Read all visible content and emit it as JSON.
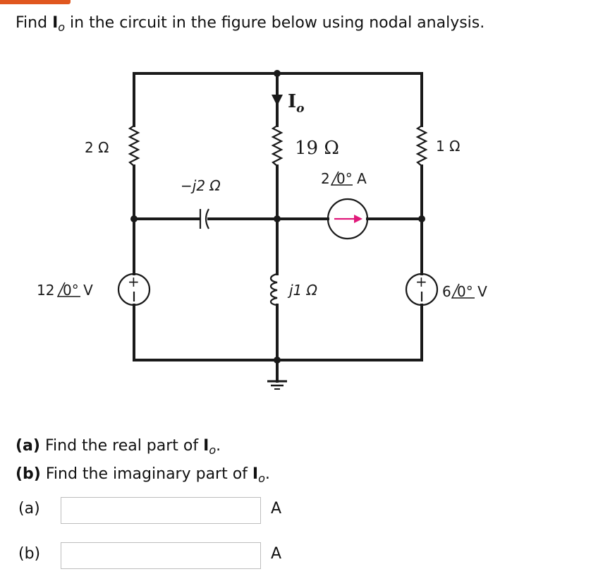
{
  "prompt": {
    "pre": "Find ",
    "var_main": "I",
    "var_sub": "o",
    "post": " in the circuit in the figure below using nodal analysis."
  },
  "circuit": {
    "left_resistor": "2 Ω",
    "capacitor": "−j2 Ω",
    "center_resistor": "19 Ω",
    "current_label_main": "I",
    "current_label_sub": "o",
    "right_resistor": "1 Ω",
    "current_source": "2/0° A",
    "current_source_mag": "2",
    "current_source_angle": "0° A",
    "inductor": "j1 Ω",
    "left_source_mag": "12",
    "left_source_angle": "0° V",
    "right_source_mag": "6",
    "right_source_angle": "0° V",
    "plus_sign": "+",
    "minus_sign": "−",
    "colors": {
      "wire": "#1a1a1a",
      "source_arrow": "#e0197a"
    }
  },
  "questions": {
    "a_tag": "(a)",
    "a_text": " Find the real part of ",
    "b_tag": "(b)",
    "b_text": " Find the imaginary part of ",
    "var_main": "I",
    "var_sub": "o",
    "period": "."
  },
  "answers": [
    {
      "tag": "(a)",
      "value": "",
      "unit": "A"
    },
    {
      "tag": "(b)",
      "value": "",
      "unit": "A"
    }
  ]
}
